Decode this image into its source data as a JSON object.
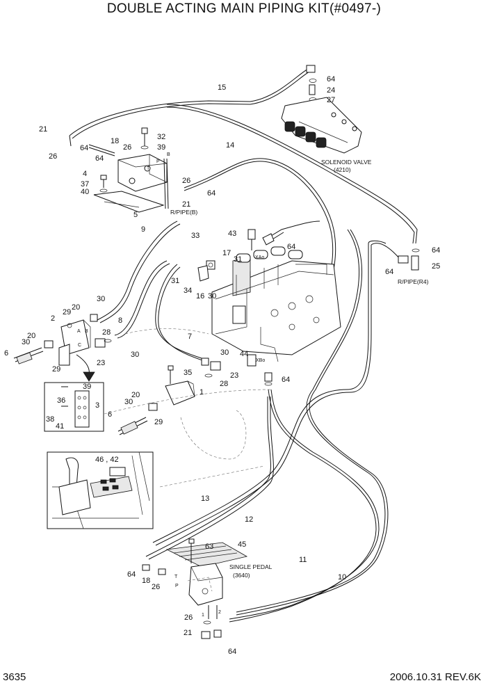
{
  "title": "DOUBLE ACTING MAIN PIPING KIT(#0497-)",
  "page_number": "3635",
  "date_rev": "2006.10.31  REV.6K",
  "notes": {
    "solenoid_valve": "SOLENOID VALVE",
    "solenoid_ref": "(4210)",
    "rpipe_b": "R/PIPE(B)",
    "rpipe_r4": "R/PIPE(R4)",
    "single_pedal": "SINGLE PEDAL",
    "single_pedal_ref": "(3640)",
    "port_xa": "XAo",
    "port_xb": "XBo",
    "port_t": "T",
    "port_b": "B",
    "port_a": "A",
    "port_c": "C",
    "port_p": "P",
    "port_1": "1",
    "port_2": "2"
  },
  "labels": {
    "l64a": "64",
    "l24": "24",
    "l27": "27",
    "l15": "15",
    "l14": "14",
    "l21a": "21",
    "l26a": "26",
    "l64b": "64",
    "l64c": "64",
    "l18a": "18",
    "l26b": "26",
    "l32": "32",
    "l39a": "39",
    "l4": "4",
    "l37": "37",
    "l40": "40",
    "l5": "5",
    "l26c": "26",
    "l64d": "64",
    "l21b": "21",
    "l9": "9",
    "l33": "33",
    "l43": "43",
    "l64e": "64",
    "l64f": "64",
    "l25": "25",
    "l64g": "64",
    "l17": "17",
    "l31a": "31",
    "l31b": "31",
    "l34": "34",
    "l16": "16",
    "l30a": "30",
    "l30b": "30",
    "l29a": "29",
    "l20a": "20",
    "l2": "2",
    "l8": "8",
    "l28a": "28",
    "l30c": "30",
    "l20b": "20",
    "l30d": "30",
    "l6a": "6",
    "l29b": "29",
    "l23a": "23",
    "l7": "7",
    "l30e": "30",
    "l44": "44",
    "l23b": "23",
    "l28b": "28",
    "l64h": "64",
    "l35": "35",
    "l1": "1",
    "l39b": "39",
    "l36": "36",
    "l3": "3",
    "l38": "38",
    "l41": "41",
    "l20c": "20",
    "l30f": "30",
    "l29c": "29",
    "l6b": "6",
    "l4642": "46 , 42",
    "l13": "13",
    "l12": "12",
    "l63": "63",
    "l45": "45",
    "l11": "11",
    "l10": "10",
    "l64i": "64",
    "l18b": "18",
    "l26d": "26",
    "l26e": "26",
    "l21c": "21",
    "l64j": "64"
  }
}
